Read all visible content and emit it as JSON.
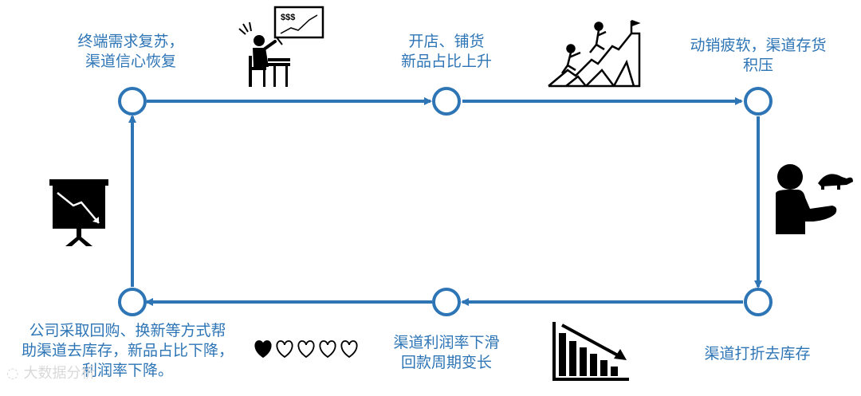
{
  "colors": {
    "accent": "#2e75b6",
    "icon": "#000000",
    "watermark": "#d9d9d9"
  },
  "nodes": [
    {
      "id": "top-left",
      "lines": [
        "终端需求复苏，",
        "渠道信心恢复"
      ]
    },
    {
      "id": "top-middle",
      "lines": [
        "开店、铺货",
        "新品占比上升"
      ]
    },
    {
      "id": "top-right",
      "lines": [
        "动销疲软，渠道存货",
        "积压"
      ]
    },
    {
      "id": "bottom-right",
      "lines": [
        "渠道打折去库存"
      ]
    },
    {
      "id": "bottom-middle",
      "lines": [
        "渠道利润率下滑",
        "回款周期变长"
      ]
    },
    {
      "id": "bottom-left",
      "lines": [
        "公司采取回购、换新等方式帮",
        "助渠道去库存，新品占比下降，",
        "利润率下降。"
      ]
    }
  ],
  "icons": {
    "top_left": "desk-growth-chart-icon",
    "top_right": "climbing-stairs-icon",
    "right": "person-holding-turtle-icon",
    "left": "declining-presentation-icon",
    "bottom_middle": "declining-bar-chart-icon",
    "bottom_left": "hearts-rating-icon"
  },
  "hearts": {
    "filled": 1,
    "total": 5
  },
  "icon_text": {
    "money_sign": "$$$"
  },
  "watermark": {
    "text": "大数据分析"
  }
}
